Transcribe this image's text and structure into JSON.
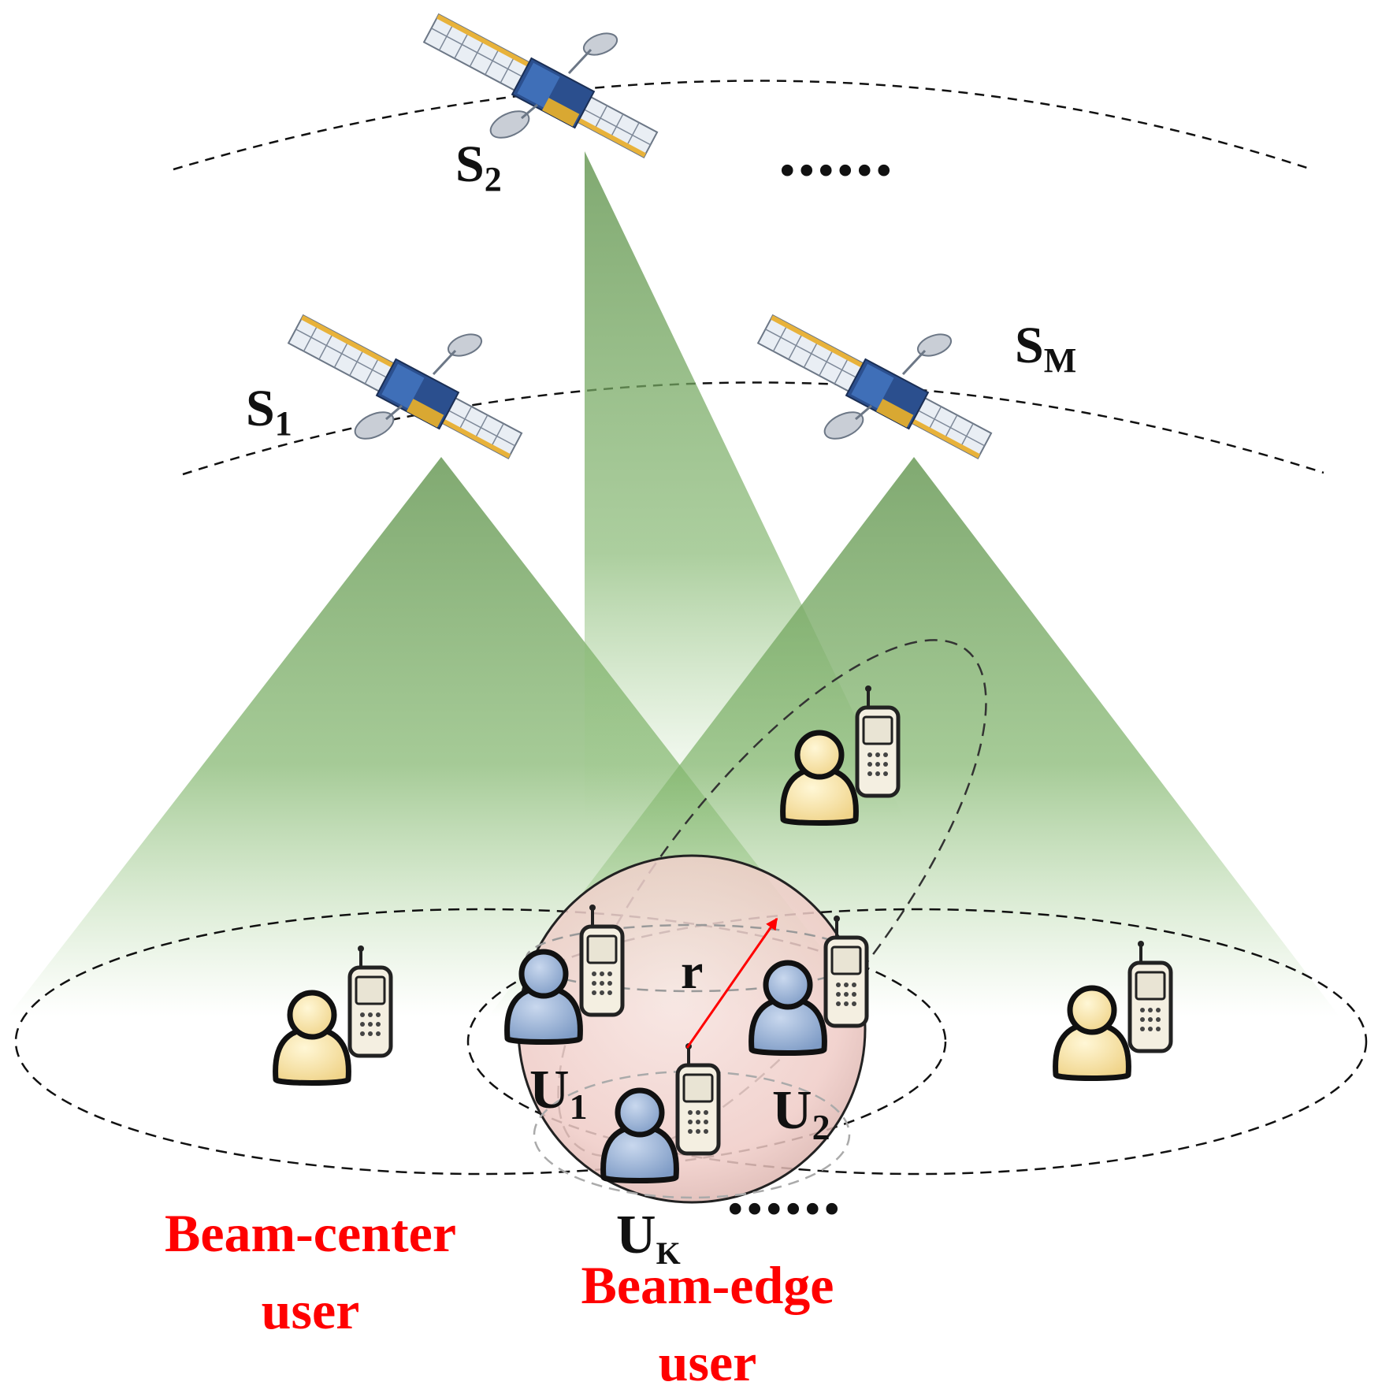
{
  "satellites": [
    {
      "id": "s2",
      "label": "S",
      "subscript": "2"
    },
    {
      "id": "s1",
      "label": "S",
      "subscript": "1"
    },
    {
      "id": "sm",
      "label": "S",
      "subscript": "M"
    }
  ],
  "users": [
    {
      "id": "u1",
      "label": "U",
      "subscript": "1"
    },
    {
      "id": "u2",
      "label": "U",
      "subscript": "2"
    },
    {
      "id": "uk",
      "label": "U",
      "subscript": "K"
    }
  ],
  "radius_label": "r",
  "ellipsis": "......",
  "captions": {
    "center_line1": "Beam-center",
    "center_line2": "user",
    "edge_line1": "Beam-edge",
    "edge_line2": "user"
  },
  "colors": {
    "beam": "#6aa84f",
    "caption": "#ff0000",
    "beam_center_user": "#f7e1a0",
    "beam_edge_user": "#92acd0",
    "overlap_region": "#f2d6d2",
    "radius_arrow": "#ff0000"
  },
  "icons": [
    "satellite-icon",
    "mobile-user-icon"
  ]
}
